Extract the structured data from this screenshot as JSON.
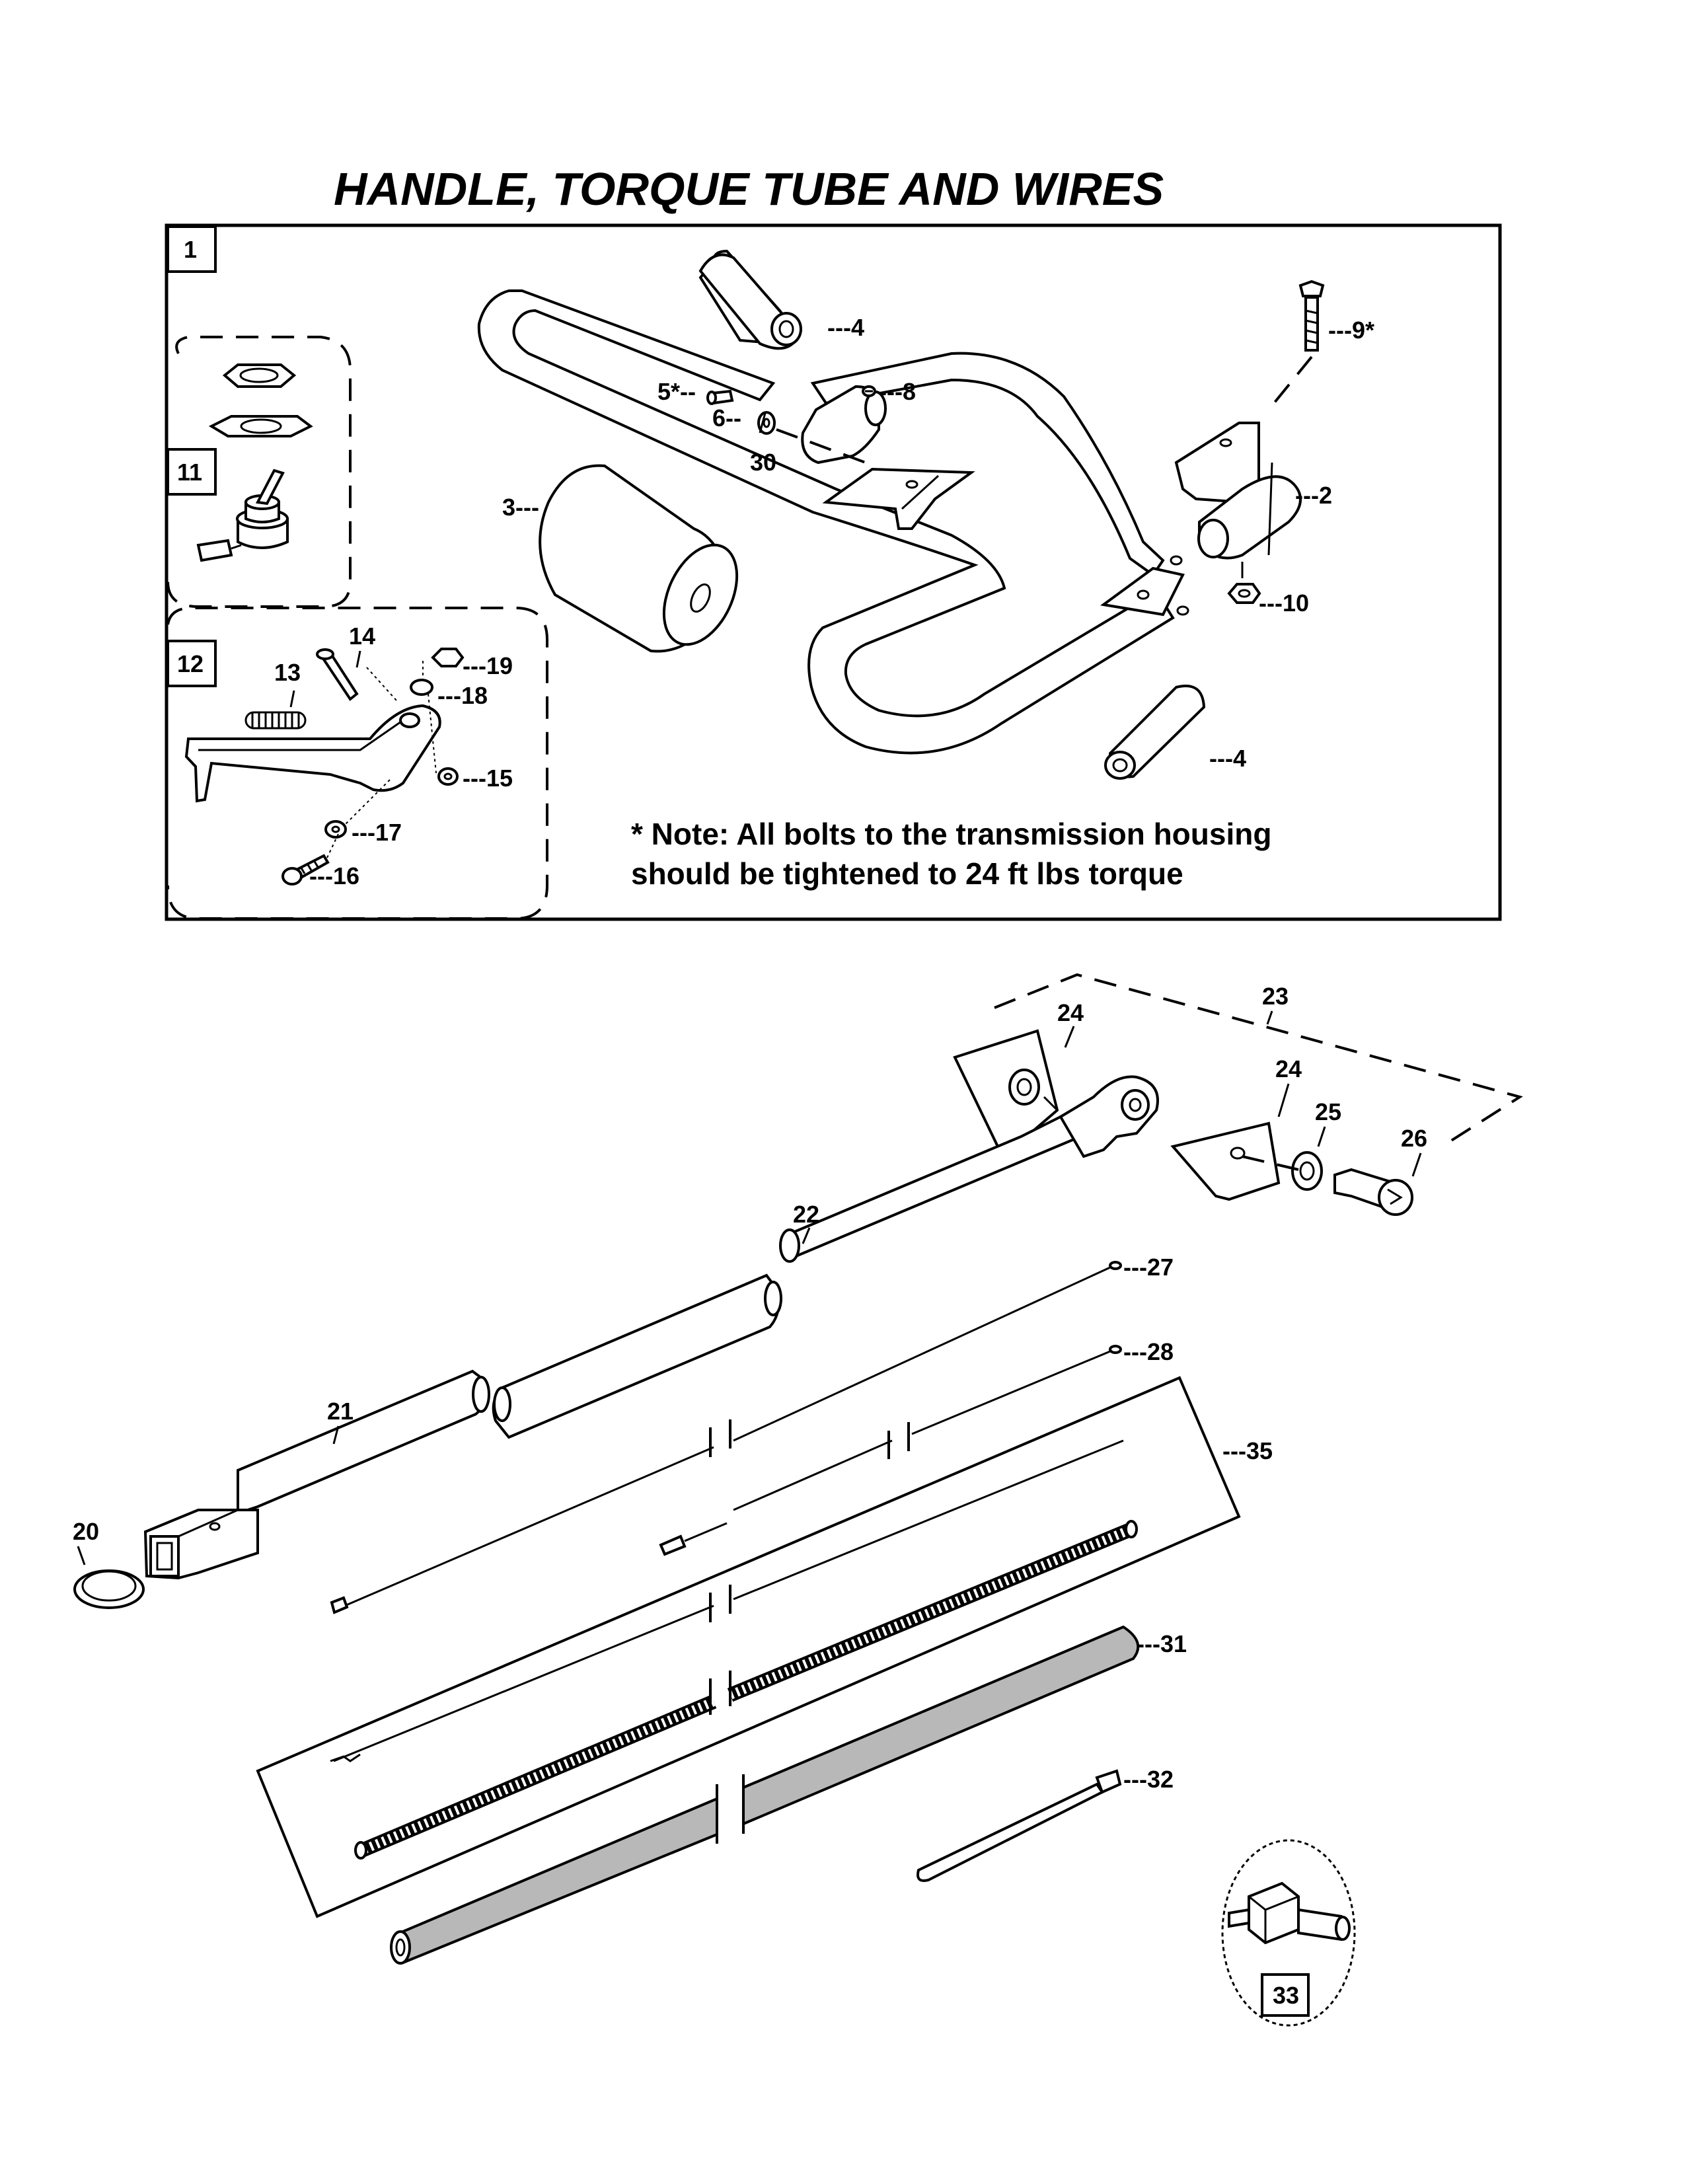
{
  "title": "HANDLE, TORQUE TUBE AND WIRES",
  "note": {
    "line1": "* Note: All bolts to the transmission housing",
    "line2": "should be tightened to 24 ft lbs torque"
  },
  "boxes": {
    "top": "1",
    "inset_switch": "11",
    "inset_lever": "12",
    "inset_connector": "33"
  },
  "labels": {
    "p2": "---2",
    "p3": "3---",
    "p4a": "---4",
    "p4b": "---4",
    "p5": "5*--",
    "p6": "6--",
    "p8": "---8",
    "p9": "---9*",
    "p10": "---10",
    "p13": "13",
    "p14": "14",
    "p15": "---15",
    "p16": "---16",
    "p17": "---17",
    "p18": "---18",
    "p19": "---19",
    "p20": "20",
    "p21": "21",
    "p22": "22",
    "p23": "23",
    "p24a": "24",
    "p24b": "24",
    "p25": "25",
    "p26": "26",
    "p27": "---27",
    "p28": "---28",
    "p30": "30",
    "p31": "---31",
    "p32": "---32",
    "p35": "---35"
  }
}
